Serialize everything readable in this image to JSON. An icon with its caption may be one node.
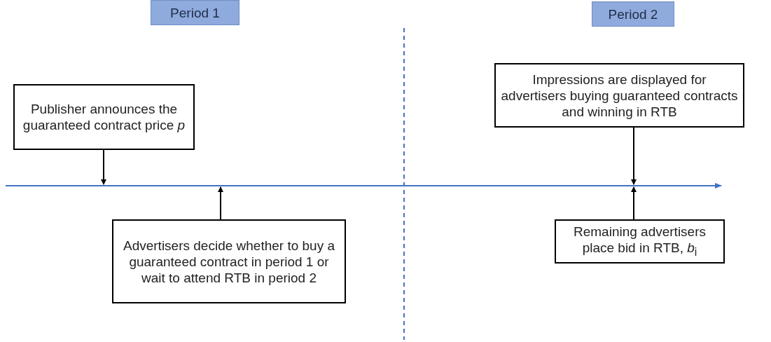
{
  "diagram": {
    "nodes": [
      {
        "text": [
          "Period 1"
        ]
      },
      {
        "text": [
          "Period 2"
        ]
      },
      {
        "text": [
          "Publisher announces the guaranteed contract price *p*"
        ]
      },
      {
        "text": [
          "Impressions are displayed for advertisers buying guaranteed contracts and winning in RTB"
        ]
      },
      {
        "text": [],
        "shape": "arrow"
      },
      {
        "text": [
          "Advertisers decide whether to buy a guaranteed contract in period  1 or wait to attend RTB in period 2"
        ]
      },
      {
        "text": [
          "Remaining advertisers place bid in RTB, *b*$_{i}$"
        ]
      }
    ],
    "edges": [
      {
        "from": 2,
        "to": 4,
        "arrow": "to"
      },
      {
        "from": 5,
        "to": 4,
        "arrow": "to"
      },
      {
        "from": 3,
        "to": 4,
        "arrow": "to"
      },
      {
        "from": 6,
        "to": 4,
        "arrow": "to"
      }
    ]
  }
}
